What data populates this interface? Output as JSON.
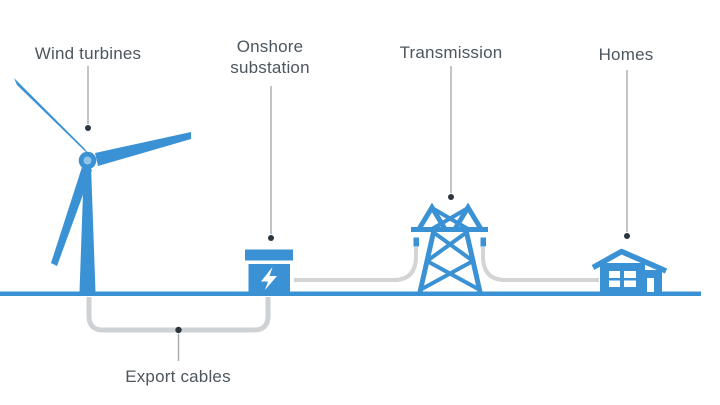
{
  "diagram": {
    "labels": {
      "wind_turbines": "Wind turbines",
      "onshore_substation_line1": "Onshore",
      "onshore_substation_line2": "substation",
      "transmission": "Transmission",
      "homes": "Homes",
      "export_cables": "Export cables"
    },
    "icons": {
      "wind_turbine": "wind-turbine-icon",
      "substation": "substation-icon",
      "lightning_bolt": "lightning-bolt-icon",
      "transmission_tower": "transmission-tower-icon",
      "house": "house-icon"
    },
    "colors": {
      "primary_blue": "#3a92d5",
      "hub_light_blue": "#8ec4ea",
      "cable_gray": "#d2d4d6",
      "bracket_gray": "#cfd2d5",
      "leader_gray": "#a5aaaf",
      "dot_dark": "#2c363f",
      "text": "#4c565f",
      "background": "#ffffff"
    }
  }
}
